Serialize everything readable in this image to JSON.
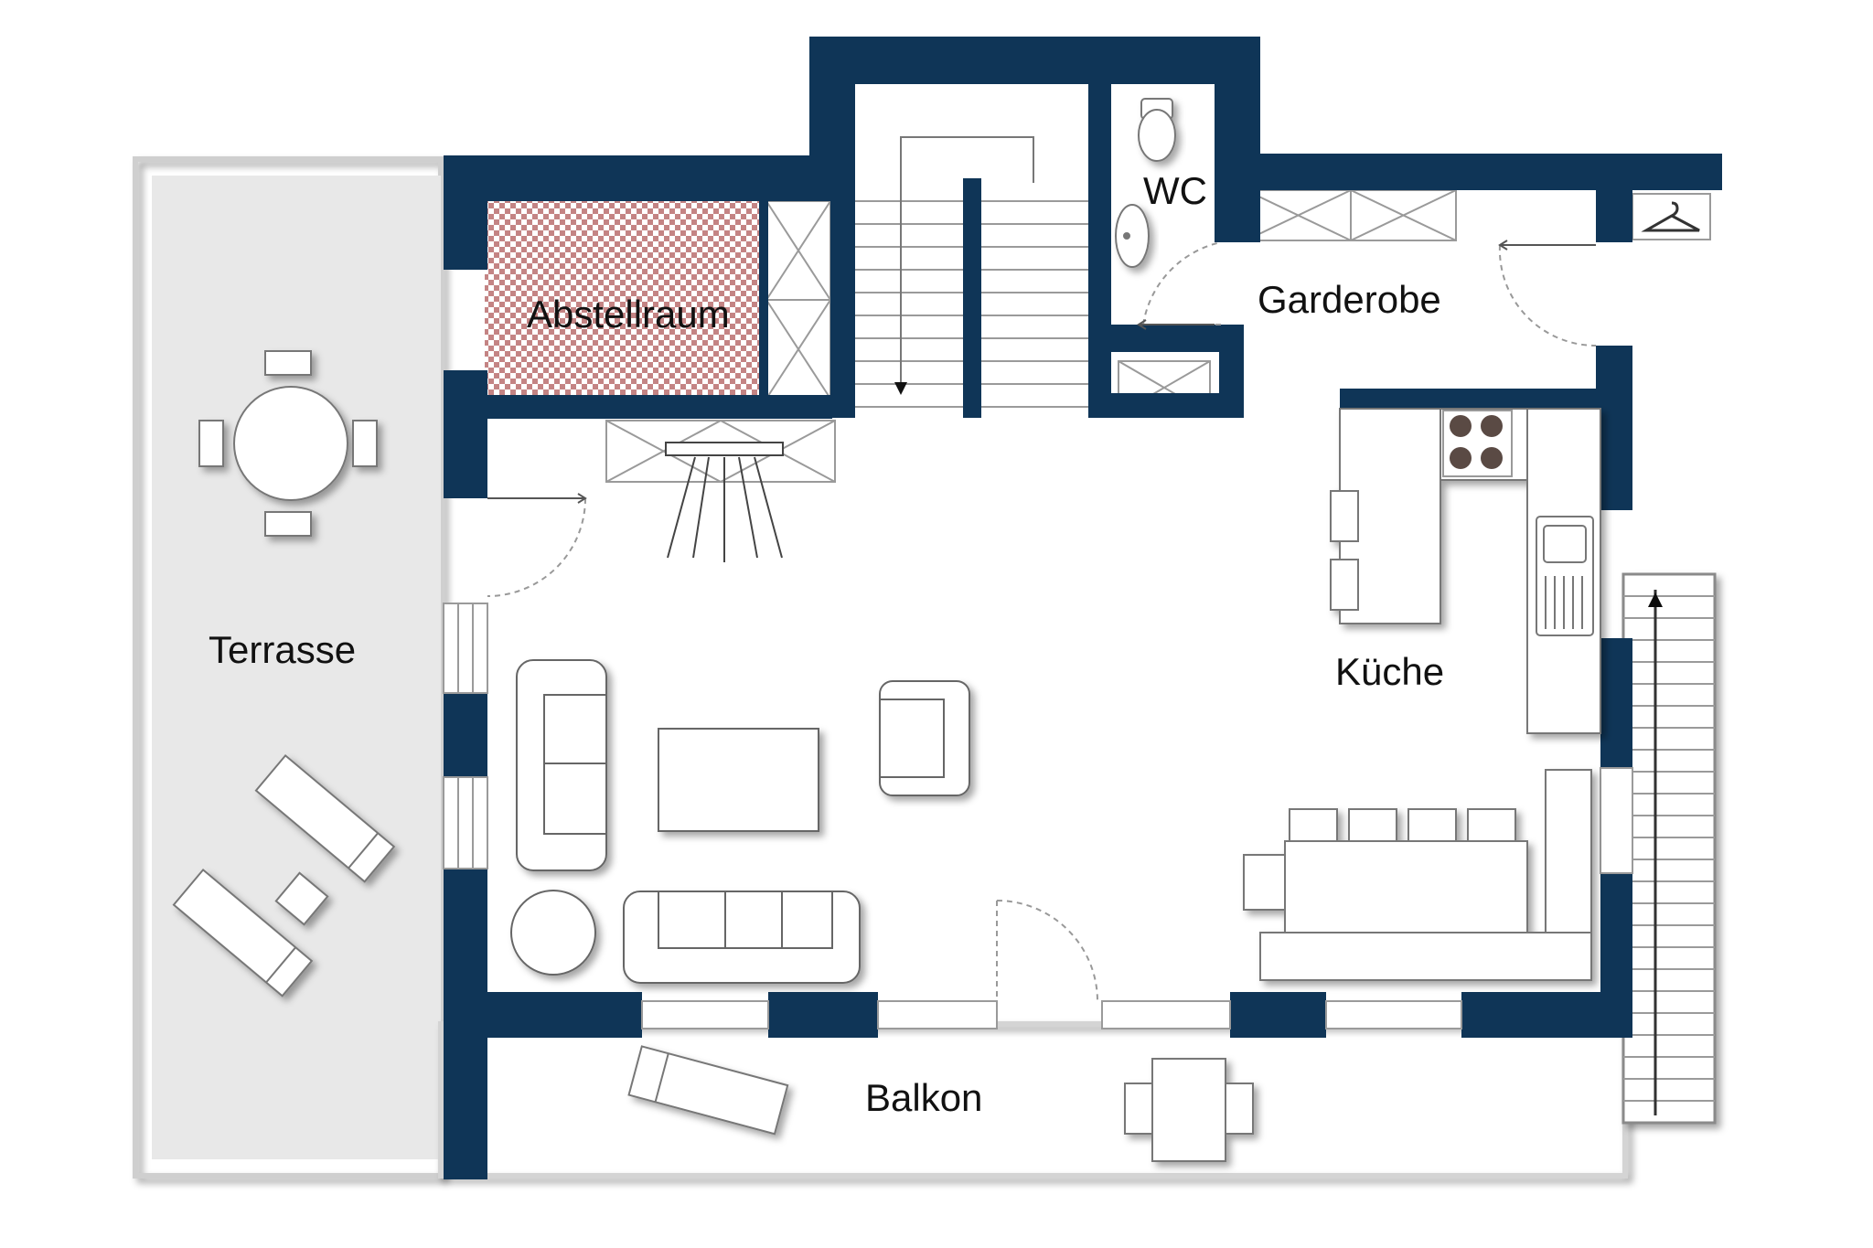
{
  "rooms": {
    "abstellraum": "Abstellraum",
    "wc": "WC",
    "garderobe": "Garderobe",
    "terrasse": "Terrasse",
    "kueche": "Küche",
    "balkon": "Balkon"
  },
  "colors": {
    "wall": "#0f3557",
    "terrace_floor": "#e8e8e8",
    "storage_fill": "#c48484",
    "furniture_fill": "#ffffff",
    "furniture_stroke": "#666666",
    "shadow": "#9a9a9a"
  },
  "icons": [
    "coat-hanger-icon",
    "toilet-icon",
    "sink-icon",
    "stove-icon",
    "kitchen-sink-icon",
    "ceiling-lamp-icon",
    "stair-arrow-icon"
  ]
}
